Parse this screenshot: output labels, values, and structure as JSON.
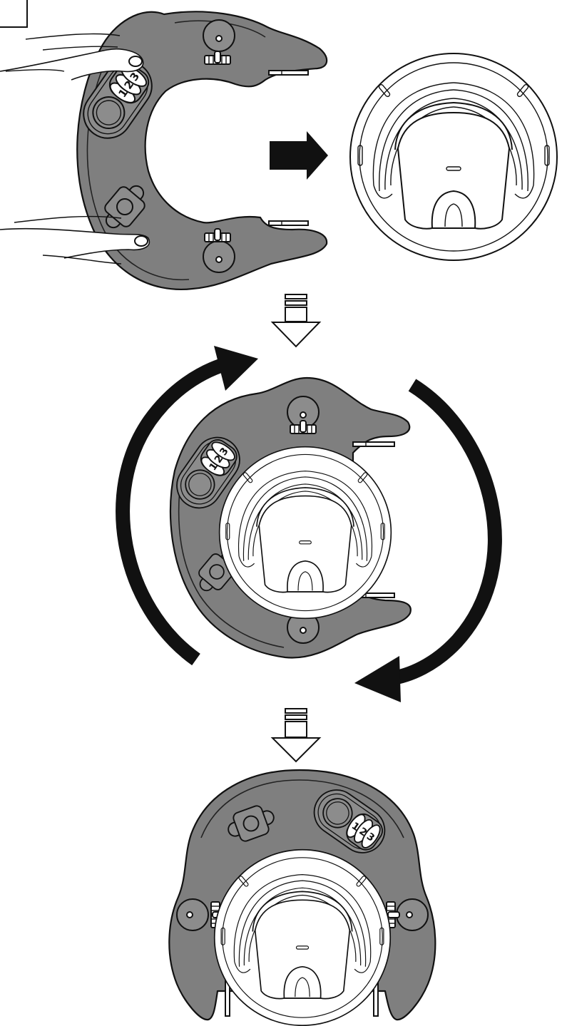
{
  "colors": {
    "shell": "#7f7f7f",
    "outline": "#111111",
    "background": "#ffffff"
  },
  "icons": {
    "step_box": "step-box-icon",
    "forward_arrow": "solid-right-arrow-icon",
    "down_arrow": "hollow-down-arrow-icon",
    "rotate_cw": "rotate-clockwise-arrow-icon"
  },
  "adjuster": {
    "numbers": [
      "1",
      "2",
      "3"
    ]
  },
  "steps": {
    "count": 3
  }
}
